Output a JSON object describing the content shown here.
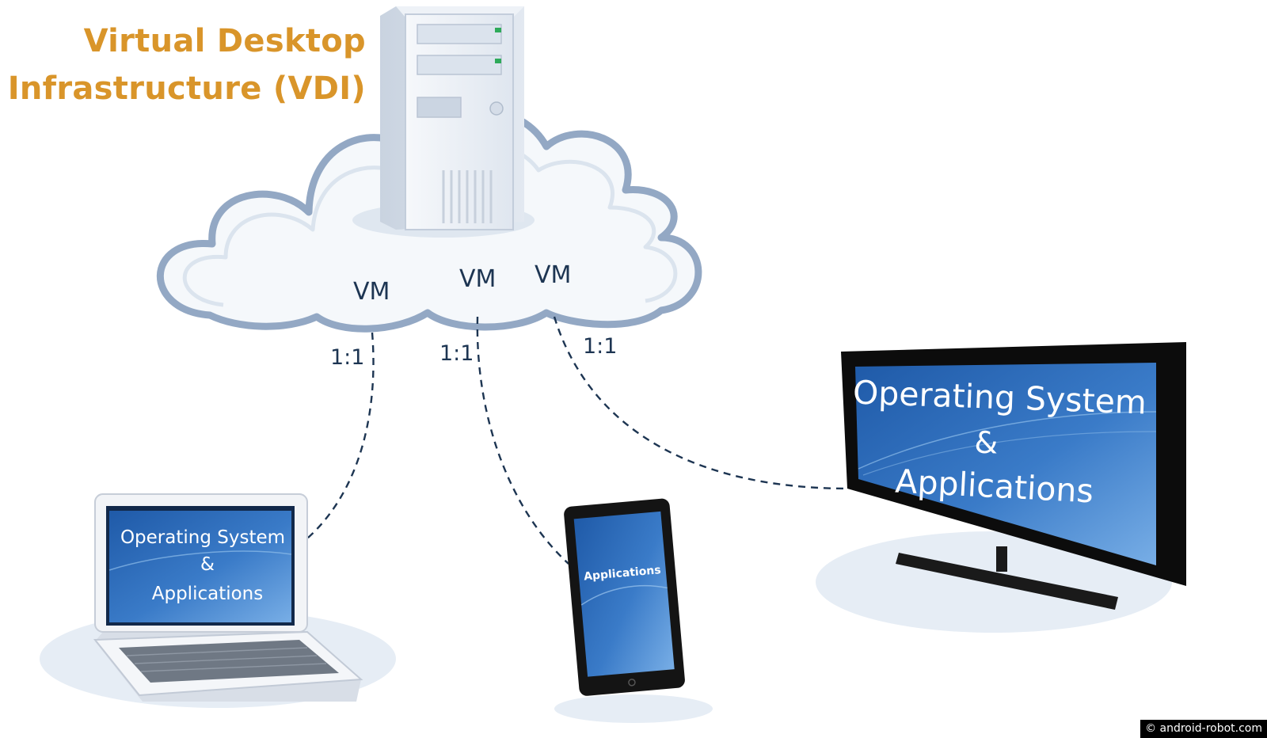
{
  "title": {
    "line1": "Virtual Desktop",
    "line2": "Infrastructure (VDI)",
    "color": "#d9952a"
  },
  "cloud": {
    "vm_labels": [
      "VM",
      "VM",
      "VM"
    ],
    "server_icon": "server-tower-icon"
  },
  "connections": [
    {
      "ratio": "1:1",
      "target": "laptop"
    },
    {
      "ratio": "1:1",
      "target": "tablet"
    },
    {
      "ratio": "1:1",
      "target": "tv"
    }
  ],
  "devices": {
    "laptop": {
      "line1": "Operating System",
      "line2": "&",
      "line3": "Applications"
    },
    "tablet": {
      "line1": "Applications"
    },
    "tv": {
      "line1": "Operating System",
      "line2": "&",
      "line3": "Applications"
    }
  },
  "credit": "© android-robot.com",
  "colors": {
    "screen_blue": "#2f6db5",
    "cloud_outline": "#93a8c4",
    "dash_line": "#1d3552"
  }
}
